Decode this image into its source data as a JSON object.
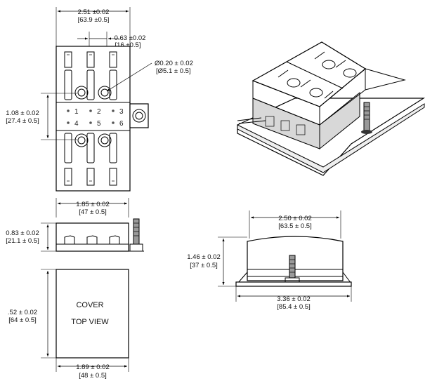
{
  "drawing": {
    "top_view": {
      "width_dim": [
        "2.51 ±0.02",
        "[63.9 ±0.5]"
      ],
      "spacing_dim": [
        "0.63 ±0.02",
        "[16 ±0.5]"
      ],
      "hole_dim": [
        "Ø0.20 ± 0.02",
        "[Ø5.1 ± 0.5]"
      ],
      "height_dim": [
        "1.08 ± 0.02",
        "[27.4 ± 0.5]"
      ],
      "pin_numbers": [
        "1",
        "2",
        "3",
        "4",
        "5",
        "6"
      ]
    },
    "side_view": {
      "width_dim": [
        "1.85 ± 0.02",
        "[47 ± 0.5]"
      ],
      "height_dim": [
        "0.83 ± 0.02",
        "[21.1 ± 0.5]"
      ]
    },
    "cover_view": {
      "label_line1": "COVER",
      "label_line2": "TOP VIEW",
      "height_dim": [
        ".52 ± 0.02",
        "[64 ± 0.5]"
      ],
      "width_dim": [
        "1.89 ± 0.02",
        "[48 ± 0.5]"
      ]
    },
    "front_view": {
      "top_dim": [
        "2.50 ± 0.02",
        "[63.5 ± 0.5]"
      ],
      "height_dim": [
        "1.46 ± 0.02",
        "[37 ± 0.5]"
      ],
      "base_dim": [
        "3.36 ± 0.02",
        "[85.4 ± 0.5]"
      ]
    }
  }
}
